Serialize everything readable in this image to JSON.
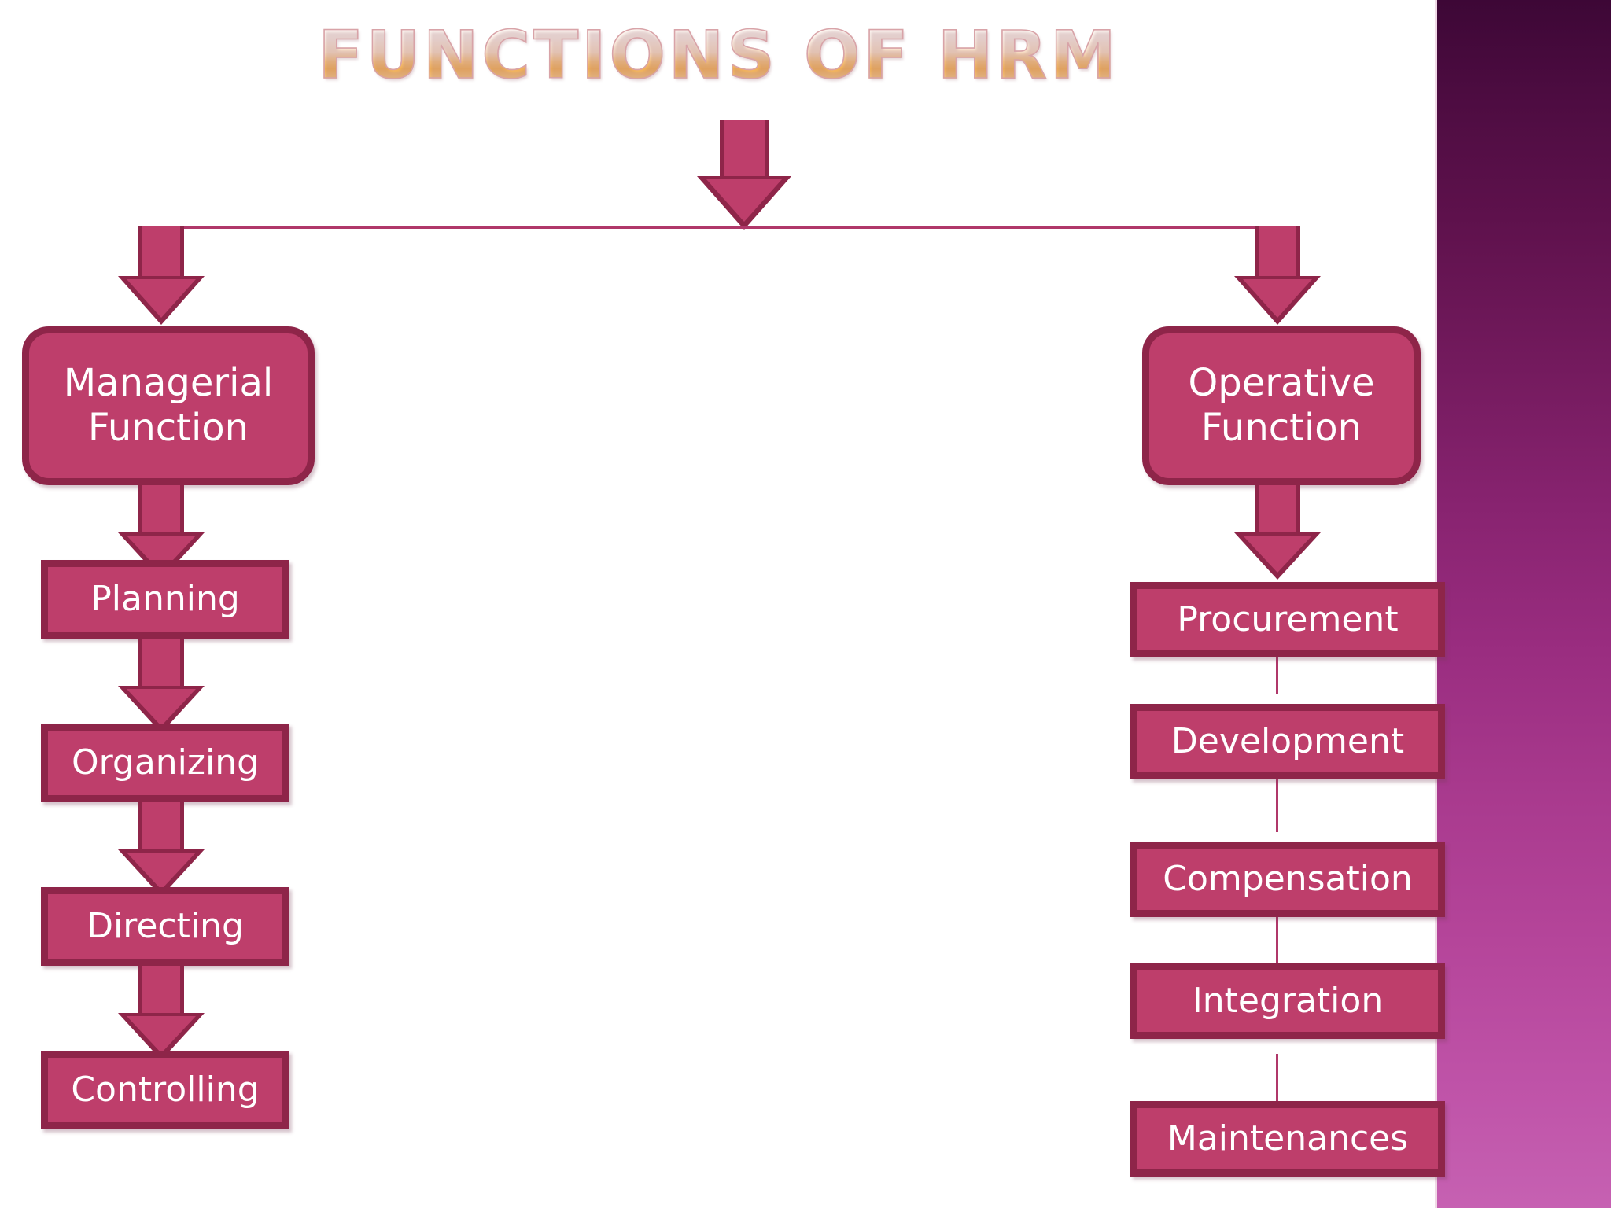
{
  "slide": {
    "title": "FUNCTIONS OF HRM",
    "background_color": "#ffffff",
    "accent_fill": "#be3e6b",
    "accent_border": "#8e2549",
    "band_top_color": "#3d0736",
    "band_bottom_color": "#c661b2",
    "title_gradient_top": "#ffffff",
    "title_gradient_bottom": "#f6b453"
  },
  "diagram": {
    "type": "hierarchy",
    "root_label": "FUNCTIONS OF HRM",
    "branches": [
      {
        "id": "managerial",
        "head": "Managerial\nFunction",
        "steps": [
          {
            "label": "Planning"
          },
          {
            "label": "Organizing"
          },
          {
            "label": "Directing"
          },
          {
            "label": "Controlling"
          }
        ],
        "connector_style": "block-arrow"
      },
      {
        "id": "operative",
        "head": "Operative\nFunction",
        "steps": [
          {
            "label": "Procurement"
          },
          {
            "label": "Development"
          },
          {
            "label": "Compensation"
          },
          {
            "label": "Integration"
          },
          {
            "label": "Maintenances"
          }
        ],
        "connector_style": "thin-line"
      }
    ]
  }
}
